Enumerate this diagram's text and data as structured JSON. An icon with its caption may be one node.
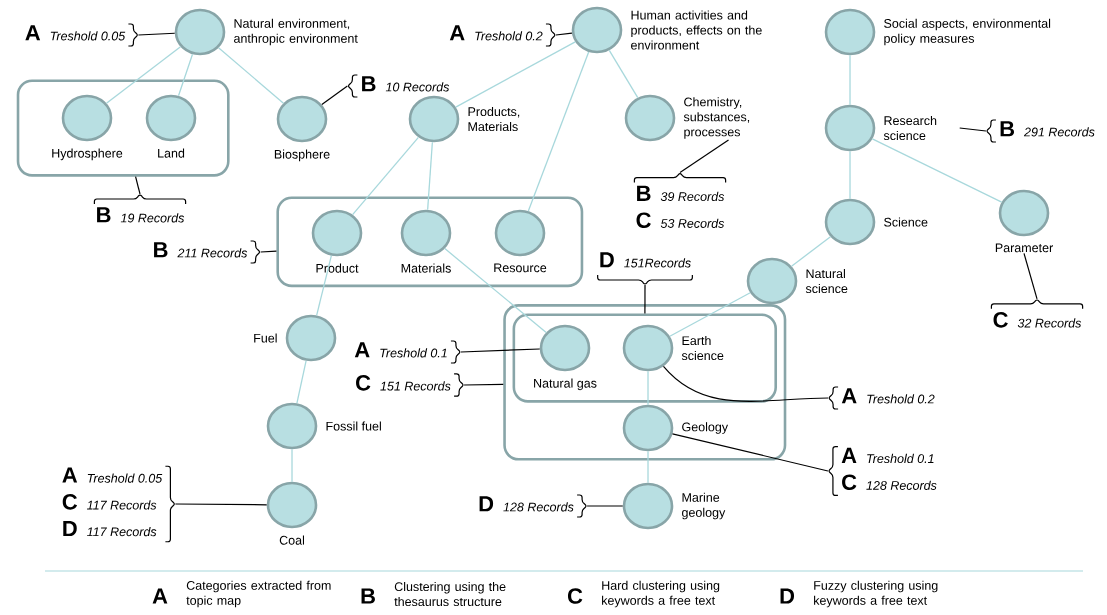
{
  "diagram": {
    "nodes": [
      {
        "text": [
          "A",
          "Treshold 0.05"
        ]
      },
      {
        "text": [
          "Natural environment, anthropic environment"
        ]
      },
      {
        "text": [
          "A",
          "Treshold 0.2"
        ]
      },
      {
        "text": [
          "Human activities and products, effects on the environment"
        ]
      },
      {
        "text": [
          "Social aspects, environmental policy measures"
        ]
      },
      {
        "text": [],
        "shape": "box"
      },
      {
        "text": [
          "Hydrosphere"
        ],
        "in": 5
      },
      {
        "text": [
          "Land"
        ],
        "in": 5
      },
      {
        "text": [
          "Biosphere"
        ]
      },
      {
        "text": [
          "B",
          "10 Records"
        ]
      },
      {
        "text": [
          "Products, Materials"
        ]
      },
      {
        "text": [
          "Chemistry, substances, processes"
        ]
      },
      {
        "text": [
          "Research science"
        ]
      },
      {
        "text": [
          "B",
          "291 Records"
        ]
      },
      {
        "text": [
          "B",
          "19 Records"
        ]
      },
      {
        "text": [
          "B",
          "39 Records",
          "C",
          "53 Records"
        ]
      },
      {
        "text": [],
        "shape": "box"
      },
      {
        "text": [
          "Product"
        ],
        "in": 16
      },
      {
        "text": [
          "Materials"
        ],
        "in": 16
      },
      {
        "text": [
          "Resource"
        ],
        "in": 16
      },
      {
        "text": [
          "B",
          "211 Records"
        ]
      },
      {
        "text": [
          "Science"
        ]
      },
      {
        "text": [
          "Parameter"
        ]
      },
      {
        "text": [
          "D",
          "151Records"
        ]
      },
      {
        "text": [
          "Natural science"
        ]
      },
      {
        "text": [
          "C",
          "32 Records"
        ]
      },
      {
        "text": [
          "Fuel"
        ]
      },
      {
        "text": [],
        "shape": "box",
        "in": 28
      },
      {
        "text": [],
        "shape": "box"
      },
      {
        "text": [
          "A",
          "Treshold 0.1"
        ]
      },
      {
        "text": [
          "Natural gas"
        ],
        "in": 27
      },
      {
        "text": [
          "Earth science"
        ],
        "in": 27
      },
      {
        "text": [
          "C",
          "151 Records"
        ]
      },
      {
        "text": [
          "A",
          "Treshold 0.2"
        ]
      },
      {
        "text": [
          "Geology"
        ],
        "in": 28
      },
      {
        "text": [
          "A",
          "Treshold 0.1",
          "C",
          "128 Records"
        ]
      },
      {
        "text": [
          "Fossil fuel"
        ]
      },
      {
        "text": [
          "A",
          "Treshold 0.05",
          "C",
          "117 Records",
          "D",
          "117 Records"
        ]
      },
      {
        "text": [
          "Coal"
        ]
      },
      {
        "text": [
          "D",
          "128 Records"
        ]
      },
      {
        "text": [
          "Marine geology"
        ]
      }
    ],
    "edges": [
      {
        "from": 1,
        "to": 6,
        "arrow": "none"
      },
      {
        "from": 1,
        "to": 7,
        "arrow": "none"
      },
      {
        "from": 1,
        "to": 8,
        "arrow": "none"
      },
      {
        "from": 3,
        "to": 10,
        "arrow": "none"
      },
      {
        "from": 3,
        "to": 19,
        "arrow": "none"
      },
      {
        "from": 3,
        "to": 11,
        "arrow": "none"
      },
      {
        "from": 4,
        "to": 12,
        "arrow": "none"
      },
      {
        "from": 10,
        "to": 17,
        "arrow": "none"
      },
      {
        "from": 10,
        "to": 18,
        "arrow": "none"
      },
      {
        "from": 12,
        "to": 21,
        "arrow": "none"
      },
      {
        "from": 12,
        "to": 22,
        "arrow": "none"
      },
      {
        "from": 21,
        "to": 24,
        "arrow": "none"
      },
      {
        "from": 24,
        "to": 31,
        "arrow": "none"
      },
      {
        "from": 18,
        "to": 30,
        "arrow": "none"
      },
      {
        "from": 17,
        "to": 26,
        "arrow": "none"
      },
      {
        "from": 26,
        "to": 36,
        "arrow": "none"
      },
      {
        "from": 36,
        "to": 38,
        "arrow": "none"
      },
      {
        "from": 31,
        "to": 34,
        "arrow": "none"
      },
      {
        "from": 34,
        "to": 40,
        "arrow": "none"
      },
      {
        "from": 0,
        "to": 1,
        "arrow": "none",
        "color": "#000000"
      },
      {
        "from": 2,
        "to": 3,
        "arrow": "none",
        "color": "#000000"
      },
      {
        "from": 9,
        "to": 8,
        "arrow": "none",
        "color": "#000000"
      },
      {
        "from": 13,
        "to": 12,
        "arrow": "none",
        "color": "#000000"
      },
      {
        "from": 14,
        "to": 5,
        "arrow": "none",
        "color": "#000000"
      },
      {
        "from": 15,
        "to": 11,
        "arrow": "none",
        "color": "#000000"
      },
      {
        "from": 20,
        "to": 16,
        "arrow": "none",
        "color": "#000000"
      },
      {
        "from": 23,
        "to": 27,
        "arrow": "none",
        "color": "#000000"
      },
      {
        "from": 25,
        "to": 22,
        "arrow": "none",
        "color": "#000000"
      },
      {
        "from": 29,
        "to": 30,
        "arrow": "none",
        "color": "#000000"
      },
      {
        "from": 32,
        "to": 28,
        "arrow": "none",
        "color": "#000000"
      },
      {
        "from": 33,
        "to": 31,
        "arrow": "none",
        "color": "#000000"
      },
      {
        "from": 35,
        "to": 34,
        "arrow": "none",
        "color": "#000000"
      },
      {
        "from": 37,
        "to": 38,
        "arrow": "none",
        "color": "#000000"
      },
      {
        "from": 39,
        "to": 40,
        "arrow": "none",
        "color": "#000000"
      }
    ],
    "labels": [
      "A",
      "B",
      "C",
      "D"
    ],
    "legend": [
      {
        "text": "Categories extracted from topic map"
      },
      {
        "text": "Clustering using the thesaurus structure"
      },
      {
        "text": "Hard clustering using keywords a free text"
      },
      {
        "text": "Fuzzy clustering using keywords a free text"
      }
    ]
  }
}
